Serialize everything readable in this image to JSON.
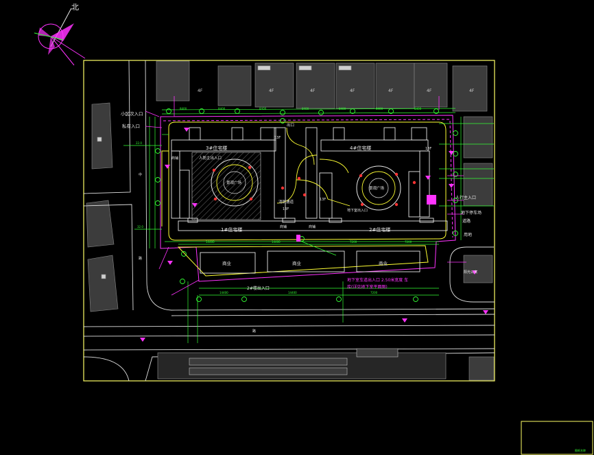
{
  "compass": {
    "north_label": "北"
  },
  "colors": {
    "background": "#000000",
    "frame": "#ffff66",
    "building_gray": "#4a4a4a",
    "wall_white": "#e8e8e8",
    "annotation_magenta": "#ff33ff",
    "dimension_green": "#33ff33",
    "road_yellow": "#ffff33",
    "marker_red": "#ff3333"
  },
  "existing_buildings": {
    "labels": [
      "4F",
      "4F",
      "4F",
      "4F",
      "4F",
      "4F",
      "4F"
    ]
  },
  "site_labels": {
    "community_entrance": "小区次入口",
    "fire_entrance": "私有入口",
    "bldg3": "3#住宅楼",
    "bldg4": "4#住宅楼",
    "bldg1": "1#住宅楼",
    "bldg2": "2#住宅楼",
    "main_entrance": "人防主出入口",
    "garden_left": "景观广场",
    "garden_right": "景观广场",
    "garden_center": "消防通道",
    "mid_exit": "出口",
    "pedestrian_entrance": "人行主入口",
    "underground_entrance": "地下室出入口",
    "commerce_1": "商业",
    "commerce_2": "商业",
    "commerce_3": "商业",
    "shop_left": "商铺",
    "shop_center": "商铺",
    "shop_right": "商铺",
    "bldg2_entrance": "2#楼出入口",
    "underground_parking_note": "地下室车道出入口  2.50米宽度  车",
    "parking_note_2": "库(详见地下室平面图)",
    "underground_right": "地下停车场",
    "use_right": "用地",
    "existing_road": "道路",
    "bldg_right": "阳光公寓",
    "road_name": "路",
    "road_name_2": "中",
    "road_name_3": "路",
    "floor_13f_a": "13F",
    "floor_13f_b": "13F",
    "floor_13f_c": "13F",
    "floor_13f_d": "13F"
  },
  "title_block": {
    "label": "图纸名称"
  }
}
